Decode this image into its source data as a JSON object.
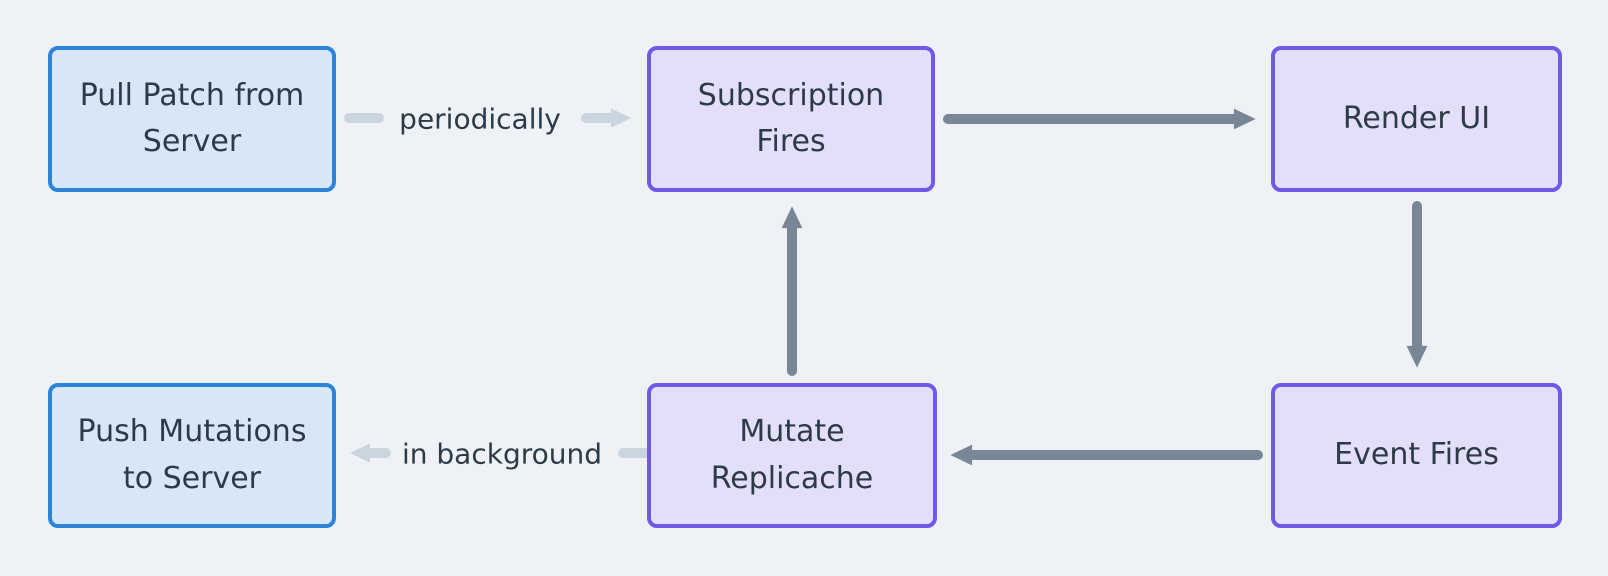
{
  "colors": {
    "canvas-bg": "#eef1f5",
    "node-text": "#2d3b48",
    "blue-node-border": "#2c83da",
    "blue-node-bg": "#d7e7f8",
    "purple-node-border": "#7158e6",
    "purple-node-bg": "#e3def9",
    "edge-dark": "#788695",
    "edge-light": "#cbd5e0",
    "edge-label-text": "#2d3b48"
  },
  "nodes": {
    "pull_patch": {
      "label": "Pull Patch from Server",
      "style": "blue"
    },
    "subscription_fires": {
      "label": "Subscription Fires",
      "style": "purple"
    },
    "render_ui": {
      "label": "Render UI",
      "style": "purple"
    },
    "push_mutations": {
      "label": "Push Mutations to Server",
      "style": "blue"
    },
    "mutate_replicache": {
      "label": "Mutate Replicache",
      "style": "purple"
    },
    "event_fires": {
      "label": "Event Fires",
      "style": "purple"
    }
  },
  "edges": [
    {
      "from": "Pull Patch from Server",
      "to": "Subscription Fires",
      "label": "periodically",
      "style": "light",
      "direction": "right"
    },
    {
      "from": "Subscription Fires",
      "to": "Render UI",
      "label": "",
      "style": "dark",
      "direction": "right"
    },
    {
      "from": "Render UI",
      "to": "Event Fires",
      "label": "",
      "style": "dark",
      "direction": "down"
    },
    {
      "from": "Event Fires",
      "to": "Mutate Replicache",
      "label": "",
      "style": "dark",
      "direction": "left"
    },
    {
      "from": "Mutate Replicache",
      "to": "Subscription Fires",
      "label": "",
      "style": "dark",
      "direction": "up"
    },
    {
      "from": "Mutate Replicache",
      "to": "Push Mutations to Server",
      "label": "in background",
      "style": "light",
      "direction": "left"
    }
  ]
}
